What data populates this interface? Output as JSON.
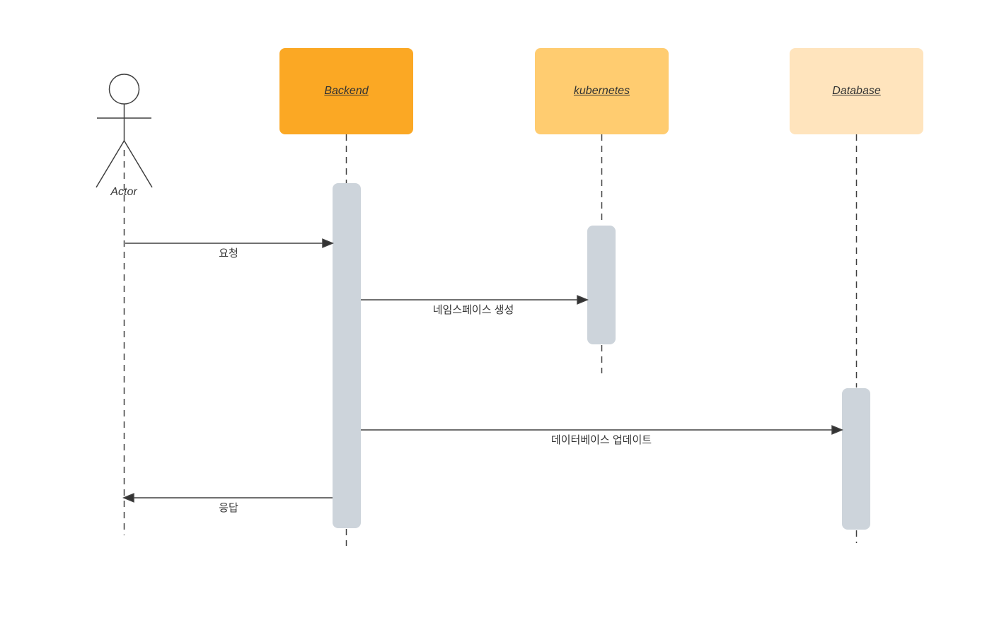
{
  "diagram": {
    "type": "uml-sequence",
    "actor": {
      "label": "Actor"
    },
    "participants": [
      {
        "id": "backend",
        "label": "Backend",
        "fill": "#FBA824"
      },
      {
        "id": "kubernetes",
        "label": "kubernetes",
        "fill": "#FFCC70"
      },
      {
        "id": "database",
        "label": "Database",
        "fill": "#FFE4BD"
      }
    ],
    "messages": [
      {
        "from": "Actor",
        "to": "Backend",
        "label": "요청",
        "direction": "right"
      },
      {
        "from": "Backend",
        "to": "kubernetes",
        "label": "네임스페이스 생성",
        "direction": "right"
      },
      {
        "from": "Backend",
        "to": "Database",
        "label": "데이터베이스 업데이트",
        "direction": "right"
      },
      {
        "from": "Backend",
        "to": "Actor",
        "label": "응답",
        "direction": "left"
      }
    ],
    "colors": {
      "activation_fill": "#CDD4DB",
      "line": "#404040",
      "text": "#333333",
      "canvas_background": "#FFFFFF"
    }
  }
}
